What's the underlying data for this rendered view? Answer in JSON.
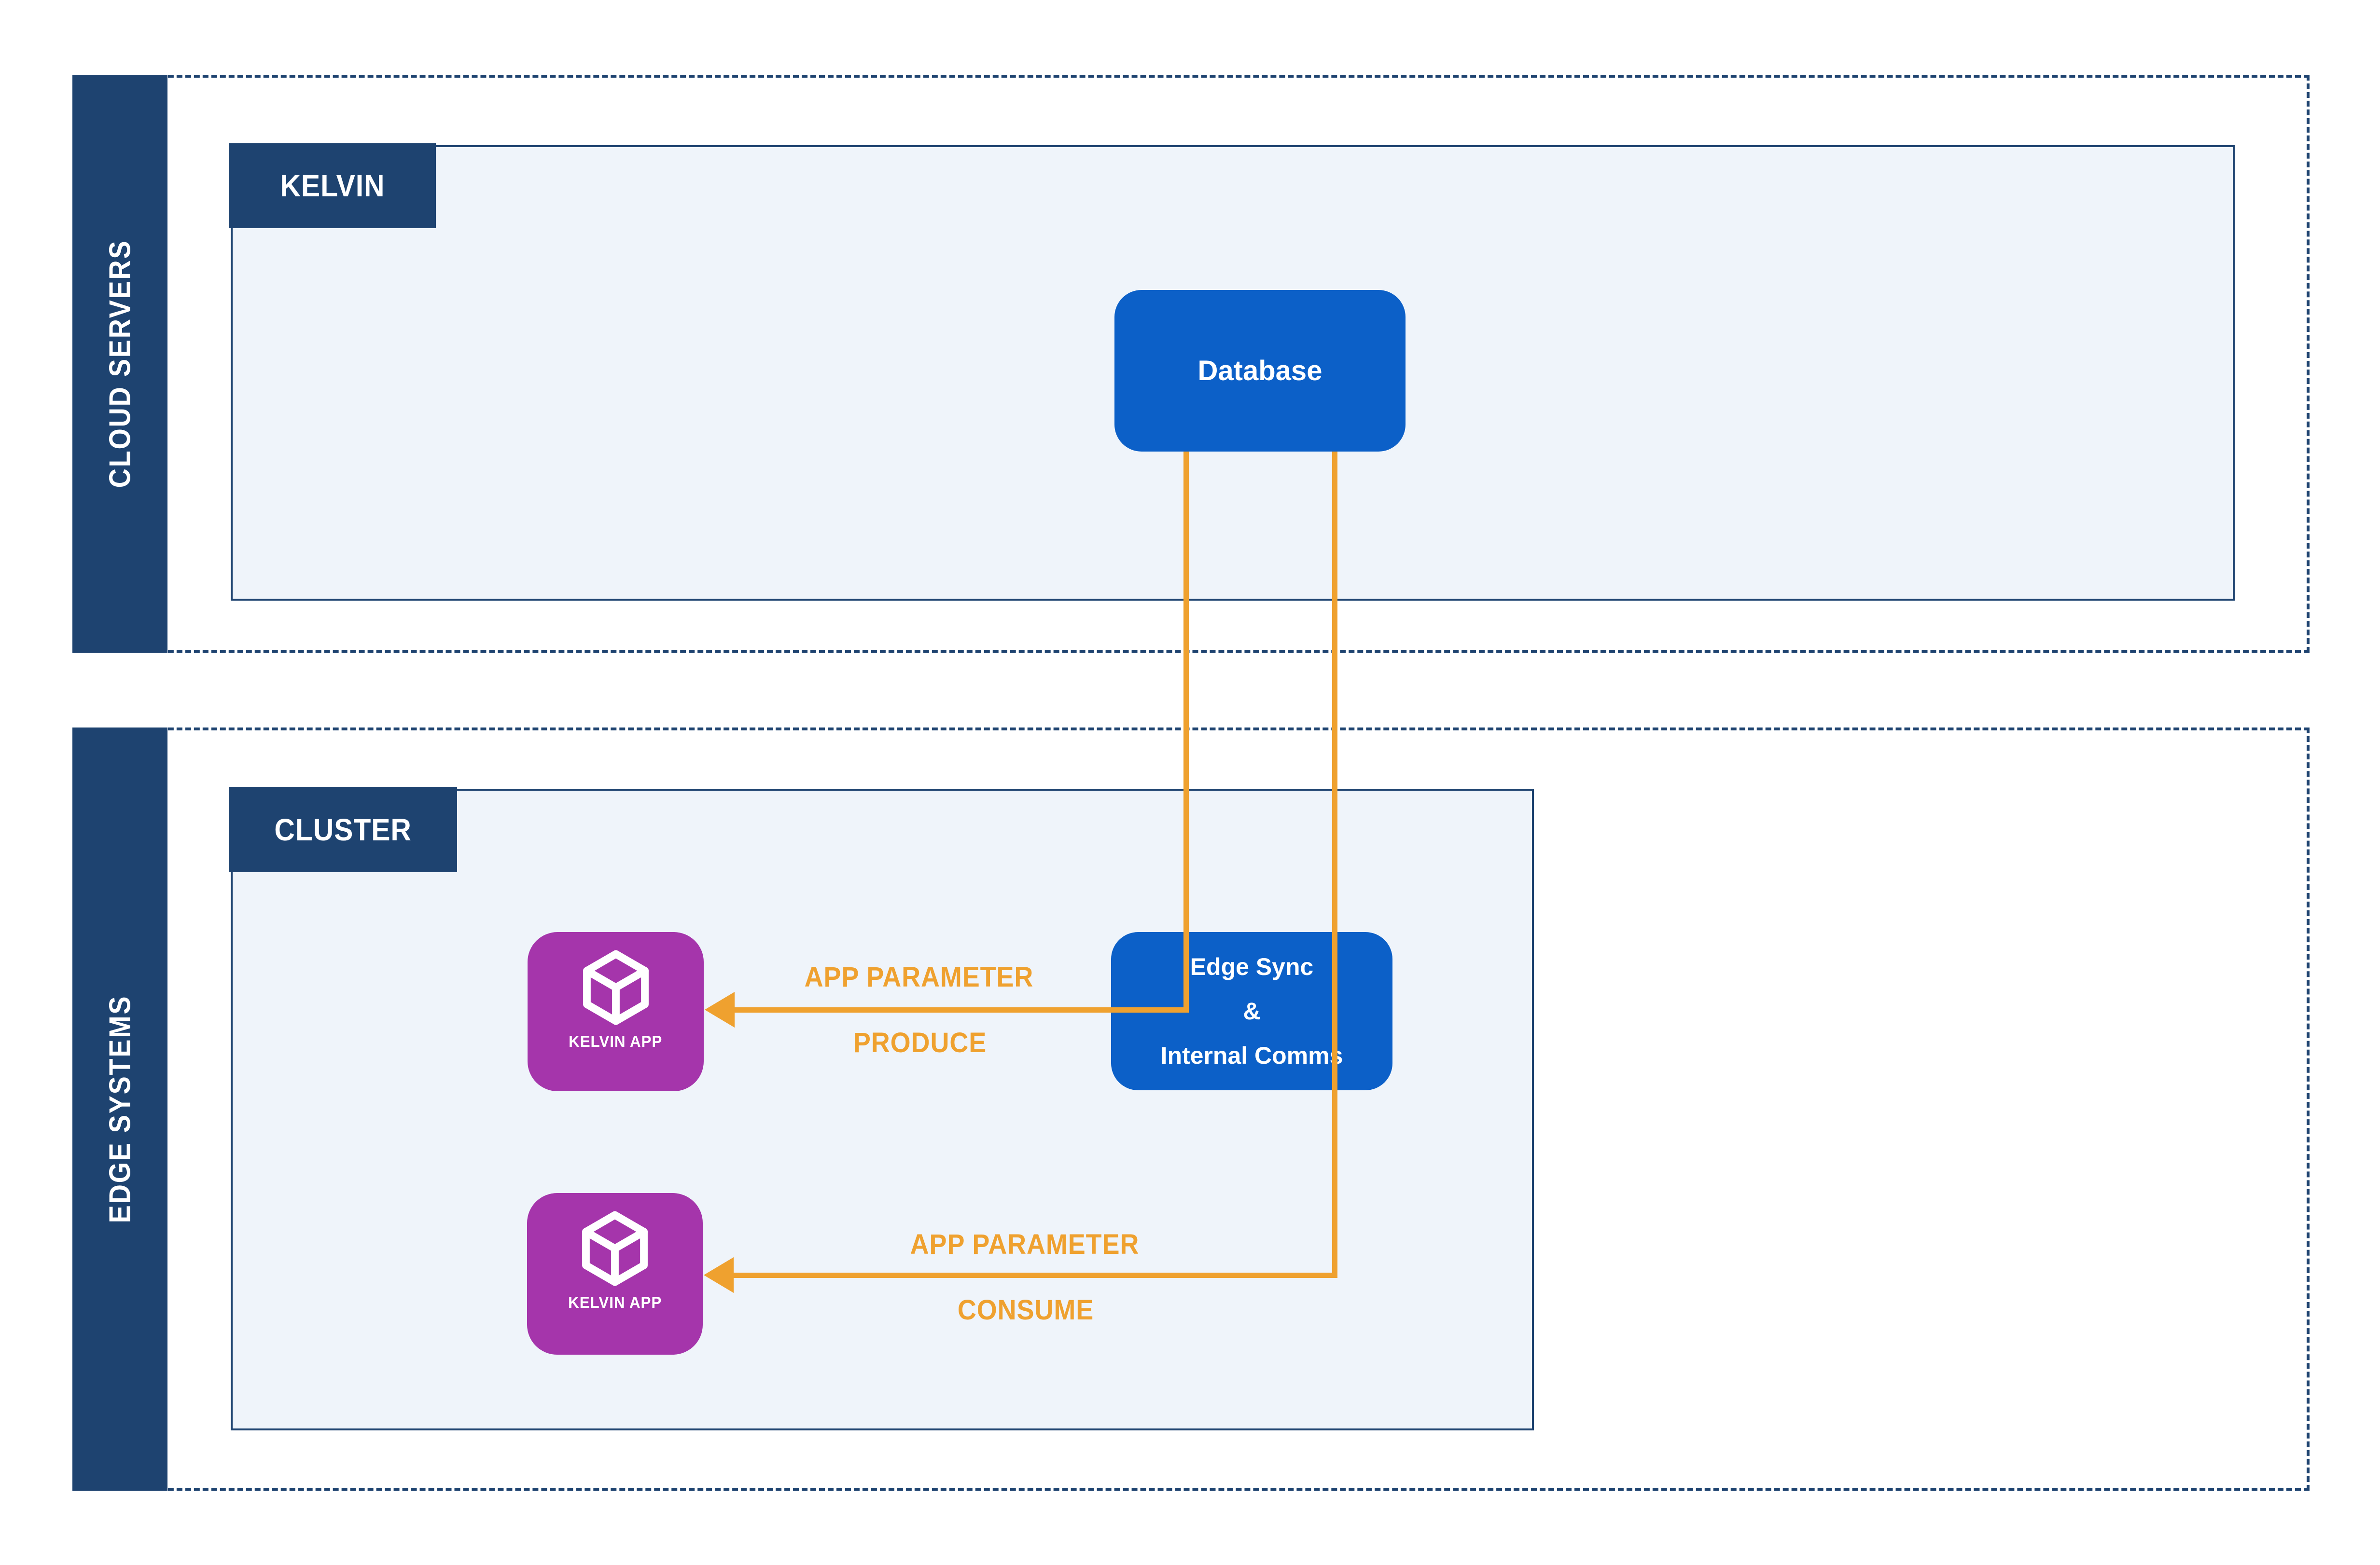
{
  "colors": {
    "navy": "#1e4370",
    "process_blue": "#0c60c8",
    "app_purple": "#a535ab",
    "connector_orange": "#efa12f",
    "panel_fill": "#eff4fa",
    "background": "#ffffff"
  },
  "cloud_section": {
    "side_label": "CLOUD SERVERS",
    "panel_tab": "KELVIN",
    "database_label": "Database"
  },
  "edge_section": {
    "side_label": "EDGE SYSTEMS",
    "panel_tab": "CLUSTER",
    "edge_sync": {
      "line1": "Edge Sync",
      "line2": "&",
      "line3": "Internal Comms"
    },
    "producer_app_label": "KELVIN APP",
    "consumer_app_label": "KELVIN APP"
  },
  "connections": {
    "produce": {
      "label_line1": "APP PARAMETER",
      "label_line2": "PRODUCE"
    },
    "consume": {
      "label_line1": "APP PARAMETER",
      "label_line2": "CONSUME"
    }
  },
  "icons": {
    "producer_app": "cube-icon",
    "consumer_app": "cube-icon"
  }
}
